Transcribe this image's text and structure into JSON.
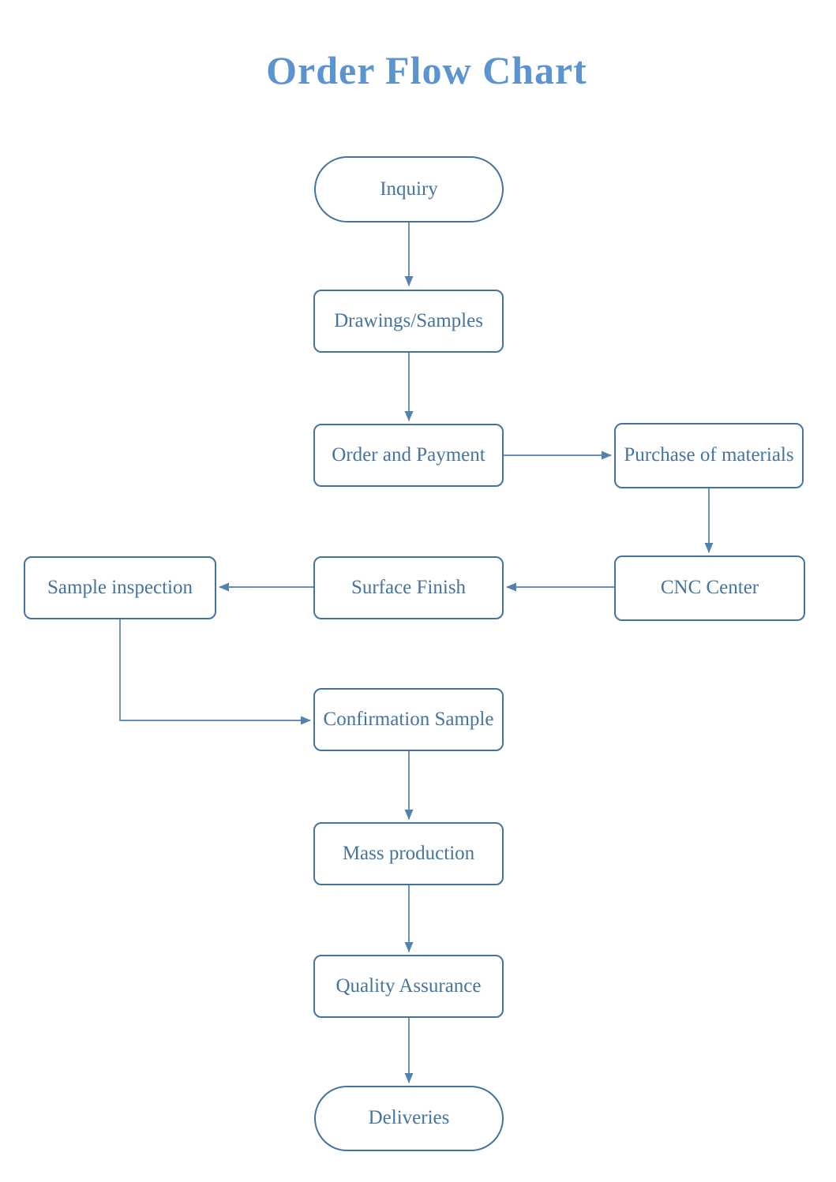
{
  "page": {
    "title": "Order Flow Chart"
  },
  "colors": {
    "title_text": "#5b94d0",
    "box_border": "#44739e",
    "box_text": "#45749f",
    "connector": "#5381b0",
    "background": "#ffffff"
  },
  "flowchart": {
    "nodes": [
      {
        "id": "inquiry",
        "label": "Inquiry",
        "shape": "stadium"
      },
      {
        "id": "drawings-samples",
        "label": "Drawings/Samples",
        "shape": "rounded-rect"
      },
      {
        "id": "order-and-payment",
        "label": "Order and Payment",
        "shape": "rounded-rect"
      },
      {
        "id": "purchase-of-materials",
        "label": "Purchase of materials",
        "shape": "rounded-rect"
      },
      {
        "id": "sample-inspection",
        "label": "Sample inspection",
        "shape": "rounded-rect"
      },
      {
        "id": "surface-finish",
        "label": "Surface Finish",
        "shape": "rounded-rect"
      },
      {
        "id": "cnc-center",
        "label": "CNC Center",
        "shape": "rounded-rect"
      },
      {
        "id": "confirmation-sample",
        "label": "Confirmation Sample",
        "shape": "rounded-rect"
      },
      {
        "id": "mass-production",
        "label": "Mass production",
        "shape": "rounded-rect"
      },
      {
        "id": "quality-assurance",
        "label": "Quality Assurance",
        "shape": "rounded-rect"
      },
      {
        "id": "deliveries",
        "label": "Deliveries",
        "shape": "stadium"
      }
    ],
    "edges": [
      {
        "from": "inquiry",
        "to": "drawings-samples"
      },
      {
        "from": "drawings-samples",
        "to": "order-and-payment"
      },
      {
        "from": "order-and-payment",
        "to": "purchase-of-materials"
      },
      {
        "from": "purchase-of-materials",
        "to": "cnc-center"
      },
      {
        "from": "cnc-center",
        "to": "surface-finish"
      },
      {
        "from": "surface-finish",
        "to": "sample-inspection"
      },
      {
        "from": "sample-inspection",
        "to": "confirmation-sample"
      },
      {
        "from": "confirmation-sample",
        "to": "mass-production"
      },
      {
        "from": "mass-production",
        "to": "quality-assurance"
      },
      {
        "from": "quality-assurance",
        "to": "deliveries"
      }
    ]
  }
}
